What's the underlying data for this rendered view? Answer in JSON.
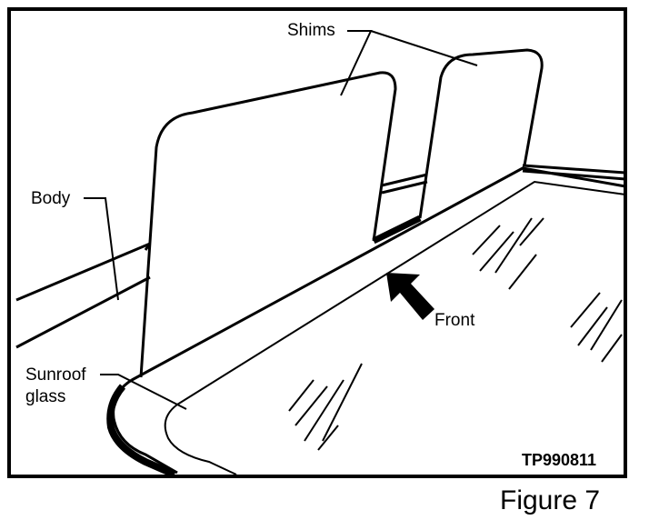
{
  "labels": {
    "shims": "Shims",
    "body": "Body",
    "sunroof_line1": "Sunroof",
    "sunroof_line2": "glass",
    "front": "Front",
    "code": "TP990811",
    "figure": "Figure 7"
  }
}
